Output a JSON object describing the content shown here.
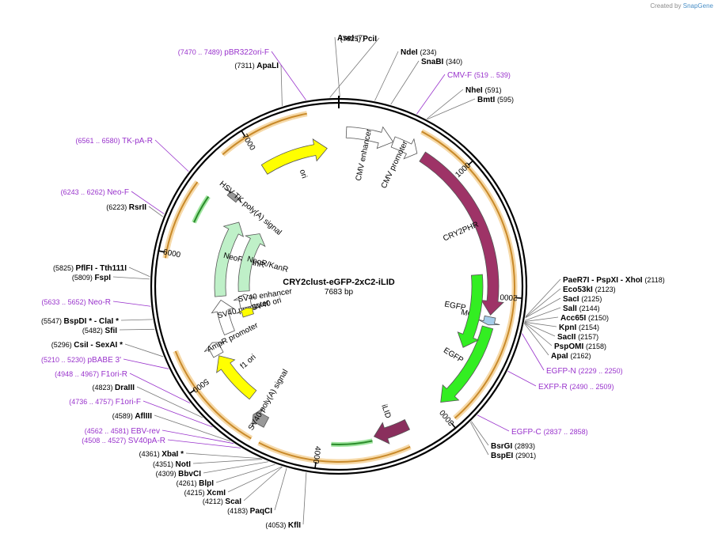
{
  "credit": {
    "prefix": "Created by",
    "brand": "SnapGene"
  },
  "plasmid": {
    "name": "CRY2clust-eGFP-2xC2-iLID",
    "length_label": "7683 bp",
    "length": 7683
  },
  "ticks": [
    {
      "pos": 1000,
      "label": "1000"
    },
    {
      "pos": 2000,
      "label": "2000"
    },
    {
      "pos": 3000,
      "label": "3000"
    },
    {
      "pos": 4000,
      "label": "4000"
    },
    {
      "pos": 5000,
      "label": "5000"
    },
    {
      "pos": 6000,
      "label": "6000"
    },
    {
      "pos": 7000,
      "label": "7000"
    }
  ],
  "features": [
    {
      "name": "CMV enhancer",
      "start": 60,
      "end": 440,
      "color": "#ffffff",
      "track": 1,
      "label": "CMV enhancer"
    },
    {
      "name": "CMV promoter",
      "start": 440,
      "end": 650,
      "color": "#ffffff",
      "track": 1,
      "label": "CMV promoter"
    },
    {
      "name": "CRY2PHR",
      "start": 700,
      "end": 2150,
      "color": "#9e3367",
      "track": 1,
      "label": "CRY2PHR"
    },
    {
      "name": "MCS",
      "start": 2165,
      "end": 2230,
      "color": "#a6cdea",
      "track": 1,
      "label": "MCS"
    },
    {
      "name": "EGFP",
      "start": 2250,
      "end": 2960,
      "color": "#33ee22",
      "track": 1,
      "label": "EGFP"
    },
    {
      "name": "EGFP",
      "start": 1820,
      "end": 2480,
      "color": "#33ee22",
      "track": 2,
      "label": "EGFP"
    },
    {
      "name": "iLID",
      "start": 3280,
      "end": 3560,
      "color": "#8a2f5d",
      "track": 1,
      "label": "iLID"
    },
    {
      "name": "SV40 poly(A) signal",
      "start": 4440,
      "end": 4560,
      "color": "#999999",
      "track": 1,
      "label": "SV40 poly(A) signal"
    },
    {
      "name": "f1 ori",
      "start": 4660,
      "end": 5120,
      "color": "#ffff00",
      "track": 2,
      "label": "f1 ori"
    },
    {
      "name": "AmpR promoter",
      "start": 5130,
      "end": 5250,
      "color": "#ffffff",
      "track": 2,
      "label": "AmpR promoter"
    },
    {
      "name": "SV40 promoter",
      "start": 5270,
      "end": 5620,
      "color": "#ffffff",
      "track": 3,
      "label": "SV40 promoter"
    },
    {
      "name": "NeoR/KanR",
      "start": 5660,
      "end": 6460,
      "color": "#bff0c8",
      "track": 3,
      "label": "NeoR/KanR"
    },
    {
      "name": "SV40 ori",
      "start": 5380,
      "end": 5480,
      "color": "#ffff00",
      "track": 4,
      "label": "SV40 ori"
    },
    {
      "name": "SV40 enhancer",
      "start": 5490,
      "end": 5660,
      "color": "#ffffff",
      "track": 4,
      "label": "SV40 enhancer"
    },
    {
      "name": "NeoR/KanR",
      "start": 5700,
      "end": 6480,
      "color": "#bff0c8",
      "track": 4,
      "label": "NeoR/KanR"
    },
    {
      "name": "HSV TK poly(A) signal",
      "start": 6600,
      "end": 6650,
      "color": "#999999",
      "track": 2,
      "label": "HSV TK poly(A) signal"
    },
    {
      "name": "ori",
      "start": 6990,
      "end": 7580,
      "color": "#ffff00",
      "track": 2,
      "label": "ori"
    }
  ],
  "enzymes_left": [
    {
      "name": "PciI",
      "coord": "(7625)"
    },
    {
      "name": "ApaLI",
      "coord": "(7311)"
    },
    {
      "name": "RsrII",
      "coord": "(6223)"
    },
    {
      "name": "PflFI - Tth111I",
      "coord": "(5825)"
    },
    {
      "name": "FspI",
      "coord": "(5809)"
    },
    {
      "name": "BspDI * - ClaI *",
      "coord": "(5547)"
    },
    {
      "name": "SfiI",
      "coord": "(5482)"
    },
    {
      "name": "CsiI - SexAI *",
      "coord": "(5296)"
    },
    {
      "name": "DraIII",
      "coord": "(4823)"
    },
    {
      "name": "AflIII",
      "coord": "(4589)"
    },
    {
      "name": "XbaI *",
      "coord": "(4361)"
    },
    {
      "name": "NotI",
      "coord": "(4351)"
    },
    {
      "name": "BbvCI",
      "coord": "(4309)"
    },
    {
      "name": "BlpI",
      "coord": "(4261)"
    },
    {
      "name": "XcmI",
      "coord": "(4215)"
    },
    {
      "name": "ScaI",
      "coord": "(4212)"
    },
    {
      "name": "PaqCI",
      "coord": "(4183)"
    },
    {
      "name": "KflI",
      "coord": "(4053)"
    }
  ],
  "enzymes_right": [
    {
      "name": "AseI",
      "coord": "(7)"
    },
    {
      "name": "NdeI",
      "coord": "(234)"
    },
    {
      "name": "SnaBI",
      "coord": "(340)"
    },
    {
      "name": "NheI",
      "coord": "(591)"
    },
    {
      "name": "BmtI",
      "coord": "(595)"
    },
    {
      "name": "PaeR7I - PspXI - XhoI",
      "coord": "(2118)"
    },
    {
      "name": "Eco53kI",
      "coord": "(2123)"
    },
    {
      "name": "SacI",
      "coord": "(2125)"
    },
    {
      "name": "SalI",
      "coord": "(2144)"
    },
    {
      "name": "Acc65I",
      "coord": "(2150)"
    },
    {
      "name": "KpnI",
      "coord": "(2154)"
    },
    {
      "name": "SacII",
      "coord": "(2157)"
    },
    {
      "name": "PspOMI",
      "coord": "(2158)"
    },
    {
      "name": "ApaI",
      "coord": "(2162)"
    },
    {
      "name": "BsrGI",
      "coord": "(2893)"
    },
    {
      "name": "BspEI",
      "coord": "(2901)"
    }
  ],
  "primers_left": [
    {
      "name": "pBR322ori-F",
      "coord": "(7470 .. 7489)"
    },
    {
      "name": "TK-pA-R",
      "coord": "(6561 .. 6580)"
    },
    {
      "name": "Neo-F",
      "coord": "(6243 .. 6262)"
    },
    {
      "name": "Neo-R",
      "coord": "(5633 .. 5652)"
    },
    {
      "name": "pBABE 3'",
      "coord": "(5210 .. 5230)"
    },
    {
      "name": "F1ori-R",
      "coord": "(4948 .. 4967)"
    },
    {
      "name": "F1ori-F",
      "coord": "(4736 .. 4757)"
    },
    {
      "name": "EBV-rev",
      "coord": "(4562 .. 4581)"
    },
    {
      "name": "SV40pA-R",
      "coord": "(4508 .. 4527)"
    }
  ],
  "primers_right": [
    {
      "name": "CMV-F",
      "coord": "(519 .. 539)"
    },
    {
      "name": "EGFP-N",
      "coord": "(2229 .. 2250)"
    },
    {
      "name": "EXFP-R",
      "coord": "(2490 .. 2509)"
    },
    {
      "name": "EGFP-C",
      "coord": "(2837 .. 2858)"
    }
  ],
  "colors": {
    "enzyme": "#000000",
    "primer": "#9933cc",
    "backbone": "#000000",
    "primer_arc": "#e0a04a"
  }
}
